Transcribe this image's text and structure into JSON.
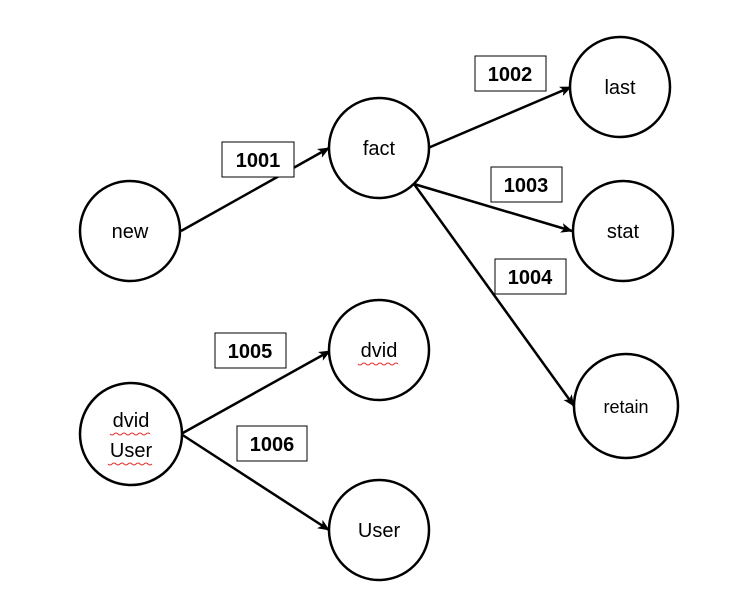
{
  "nodes": {
    "new": "new",
    "fact": "fact",
    "last": "last",
    "stat": "stat",
    "retain": "retain",
    "dvid": "dvid",
    "dvid_user_line1": "dvid",
    "dvid_user_line2": "User",
    "user": "User"
  },
  "edges": {
    "new_fact": "1001",
    "fact_last": "1002",
    "fact_stat": "1003",
    "fact_retain": "1004",
    "dviduser_dvid": "1005",
    "dviduser_user": "1006"
  },
  "colors": {
    "stroke": "#000000",
    "background": "#ffffff",
    "spellcheck_underline": "#e03030"
  }
}
